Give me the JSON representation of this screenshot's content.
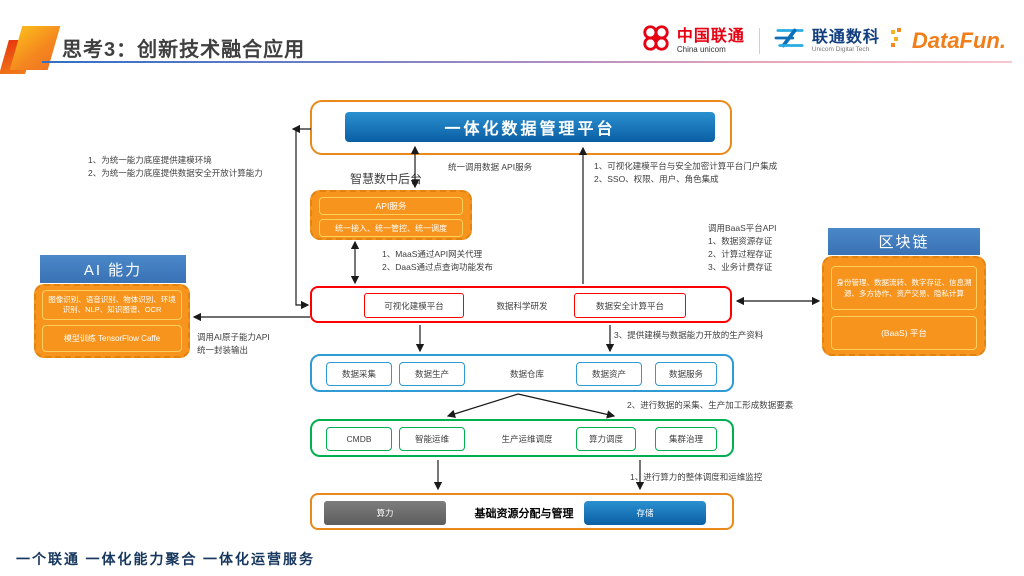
{
  "header": {
    "title": "思考3：创新技术融合应用",
    "logos": {
      "unicom_cn": "中国联通",
      "unicom_en": "China unicom",
      "digital_cn": "联通数科",
      "digital_en": "Unicom Digital Tech",
      "datafun": "DataFun."
    }
  },
  "diagram": {
    "top_platform": "一体化数据管理平台",
    "smart_mid": {
      "label": "智慧数中后台",
      "api_service": "API服务",
      "unified_access": "统一接入、统一管控、统一调度"
    },
    "ai": {
      "title": "AI 能力",
      "capabilities": "图像识别、语音识别、物体识别、环境识别、NLP、知识图谱、OCR",
      "training": "模型训练 TensorFlow Caffe"
    },
    "blockchain": {
      "title": "区块链",
      "capabilities": "身份管理、数据流转、数字存证、信息溯源、多方协作、资产交易、隐私计算",
      "baas": "(BaaS) 平台"
    },
    "platform_row": {
      "left": "可视化建模平台",
      "center": "数据科学研发",
      "right": "数据安全计算平台"
    },
    "data_row": {
      "items": [
        "数据采集",
        "数据生产",
        "数据仓库",
        "数据资产",
        "数据服务"
      ]
    },
    "ops_row": {
      "items": [
        "CMDB",
        "智能运维",
        "生产运维调度",
        "算力调度",
        "集群治理"
      ]
    },
    "infra_row": {
      "compute": "算力",
      "title": "基础资源分配与管理",
      "storage": "存储"
    }
  },
  "annotations": {
    "ai_left": [
      "1、为统一能力底座提供建模环境",
      "2、为统一能力底座提供数据安全开放计算能力"
    ],
    "api_call": "统一调用数据 API服务",
    "portal": [
      "1、可视化建模平台与安全加密计算平台门户集成",
      "2、SSO、权限、用户、角色集成"
    ],
    "maas": [
      "1、MaaS通过API网关代理",
      "2、DaaS通过点查询功能发布"
    ],
    "baas_api": [
      "调用BaaS平台API",
      "1、数据资源存证",
      "2、计算过程存证",
      "3、业务计费存证"
    ],
    "ai_api": [
      "调用AI原子能力API",
      "统一封装输出"
    ],
    "step3": "3、提供建模与数据能力开放的生产资料",
    "step2": "2、进行数据的采集、生产加工形成数据要素",
    "step1": "1、进行算力的整体调度和运维监控"
  },
  "footer": "一个联通 一体化能力聚合 一体化运营服务",
  "colors": {
    "accent_orange": "#f7941e",
    "frame_orange": "#e8891a",
    "accent_red": "#ff0000",
    "accent_green": "#00b050",
    "row_blue": "#2e9bd5",
    "header_blue": "#3a72b4",
    "unicom_red": "#e60012",
    "datafun_orange": "#f07e1b",
    "footer_navy": "#17375e"
  }
}
